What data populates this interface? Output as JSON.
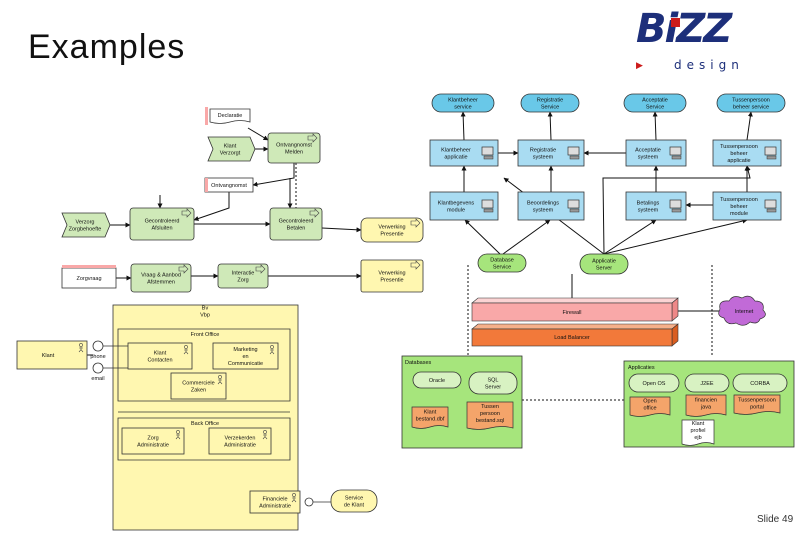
{
  "title": "Examples",
  "logo": {
    "main": "BiZZ",
    "sub": "design"
  },
  "slide_number": "Slide 49",
  "process": {
    "doc_top": "Declaratie",
    "klant_verzorgt": [
      "Klant",
      "Verzorgt"
    ],
    "schade_melden": [
      "Ontvangnomst",
      "Melden"
    ],
    "ontvangst_doc": "Ontvangnomst",
    "verzorg_event": [
      "Verzorg",
      "Zorgbehoefte"
    ],
    "afsluiten": [
      "Gecontroleerd",
      "Afsluiten"
    ],
    "betalen": [
      "Gecontroleerd",
      "Betalen"
    ],
    "verwerking1": [
      "Verwerking",
      "Presentie"
    ],
    "zorgvraag": "Zorgvraag",
    "registreren": [
      "Vraag & Aanbod",
      "Afstemmen"
    ],
    "interactie_zorg": [
      "Interactie",
      "Zorg"
    ],
    "verwerking2": [
      "Verwerking",
      "Presentie"
    ]
  },
  "business": {
    "klant": "Klant",
    "phone": "phone",
    "email": "email",
    "bv": [
      "Bv",
      "Vbp"
    ],
    "front_office": "Front Office",
    "klant_contacten": [
      "Klant",
      "Contacten"
    ],
    "marketing": [
      "Marketing",
      "en",
      "Communicatie"
    ],
    "commerciele_zaken": [
      "Commerciele",
      "Zaken"
    ],
    "back_office": "Back Office",
    "zorg_administratie": [
      "Zorg",
      "Administratie"
    ],
    "verzekerden_administratie": [
      "Verzekerden",
      "Administratie"
    ],
    "financiele_administratie": [
      "Financiele",
      "Administratie"
    ],
    "service_de_klant": [
      "Service",
      "de Klant"
    ]
  },
  "infra": {
    "services": [
      [
        "Klantbeheer",
        "service"
      ],
      [
        "Registratie",
        "Service"
      ],
      [
        "Acceptatie",
        "Service"
      ],
      [
        "Tussenpersoon",
        "beheer service"
      ]
    ],
    "applications": [
      [
        "Klantbeheer",
        "applicatie"
      ],
      [
        "Registratie",
        "systeem"
      ],
      [
        "Acceptatie",
        "systeem"
      ],
      [
        "Tussenpersoon",
        "beheer",
        "applicatie"
      ]
    ],
    "modules": [
      [
        "Klantbegevens",
        "module"
      ],
      [
        "Beoordelings",
        "systeem"
      ],
      [
        "Betalings",
        "systeem"
      ],
      [
        "Tussenpersoon",
        "beheer",
        "module"
      ]
    ],
    "database_service": [
      "Database",
      "Service"
    ],
    "application_server": [
      "Applicatie",
      "Server"
    ],
    "firewall": "Firewall",
    "load_balancer": "Load Balancer",
    "internet": "Internet",
    "databases_group": "Databases",
    "oracle": "Oracle",
    "sql_server": [
      "SQL",
      "Server"
    ],
    "klant_bestand": [
      "Klant",
      "bestand.dbf"
    ],
    "tussen_persoon": [
      "Tussen",
      "persoon",
      "bestand.sql"
    ],
    "applications_group": "Applicaties",
    "open_os": "Open OS",
    "j2ee": "J2EE",
    "corba": "CORBA",
    "open_office": [
      "Open",
      "office"
    ],
    "financien_java": [
      "financien",
      "java"
    ],
    "beheer_portal": [
      "Tussenpersoon",
      "portal"
    ],
    "klant_profiel": [
      "Klant",
      "profiel",
      "ejb"
    ]
  },
  "colors": {
    "service_blue": "#69c8e8",
    "app_blue": "#a9dcf2",
    "process_green": "#cfe9b8",
    "yellow": "#fff7b0",
    "firewall": "#f9a8a8",
    "load_balancer": "#f2793a",
    "internet": "#c16ad7",
    "node_green": "#a6e57c",
    "artifact": "#f4a46a",
    "logo_blue": "#1d2f7a",
    "logo_red": "#cc1b1b"
  }
}
